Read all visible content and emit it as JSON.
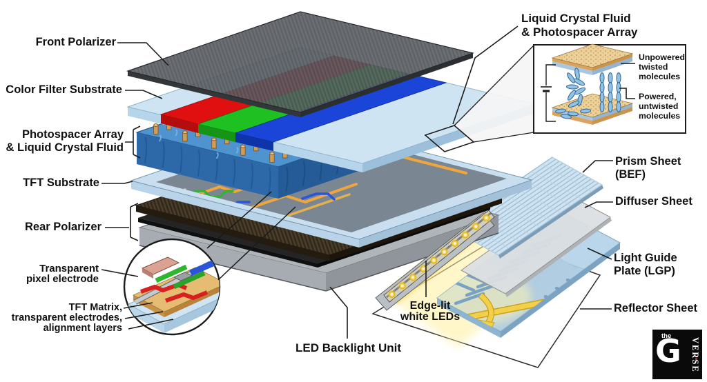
{
  "diagram": {
    "left_labels": {
      "front_polarizer": "Front Polarizer",
      "color_filter_substrate": "Color Filter Substrate",
      "photospacer": {
        "line1": "Photospacer Array",
        "line2": "& Liquid Crystal Fluid"
      },
      "tft_substrate": "TFT Substrate",
      "rear_polarizer": "Rear Polarizer",
      "transparent_pixel": {
        "line1": "Transparent",
        "line2": "pixel electrode"
      },
      "tft_matrix": {
        "line1": "TFT Matrix,",
        "line2": "transparent electrodes,",
        "line3": "alignment layers"
      }
    },
    "bottom_labels": {
      "led_backlight_unit": "LED Backlight Unit",
      "edge_lit": {
        "line1": "Edge-lit",
        "line2": "white LEDs"
      }
    },
    "right_labels": {
      "liquid_crystal": {
        "line1": "Liquid Crystal Fluid",
        "line2": "& Photospacer Array"
      },
      "prism_sheet": {
        "line1": "Prism Sheet",
        "line2": "(BEF)"
      },
      "diffuser_sheet": "Diffuser Sheet",
      "light_guide": {
        "line1": "Light Guide",
        "line2": "Plate (LGP)"
      },
      "reflector_sheet": "Reflector Sheet"
    },
    "inset": {
      "unpowered": {
        "line1": "Unpowered",
        "line2": "twisted",
        "line3": "molecules"
      },
      "powered": {
        "line1": "Powered,",
        "line2": "untwisted",
        "line3": "molecules"
      }
    },
    "logo": {
      "the": "the",
      "g": "G",
      "verse": "VERSE"
    },
    "colors": {
      "background": "#ffffff",
      "label_text": "#101010",
      "red_filter": "#e01010",
      "green_filter": "#1fc021",
      "blue_filter": "#1a45d8",
      "photospacer_blue": "#4f93cf",
      "pin_gold": "#d09c58",
      "led_glow": "#ffd84d",
      "lgp_blue": "#b3d1e8",
      "molecule_blue": "#8fc2e4",
      "logo_bg": "#0a0a0a",
      "logo_red": "#cc2222"
    }
  }
}
